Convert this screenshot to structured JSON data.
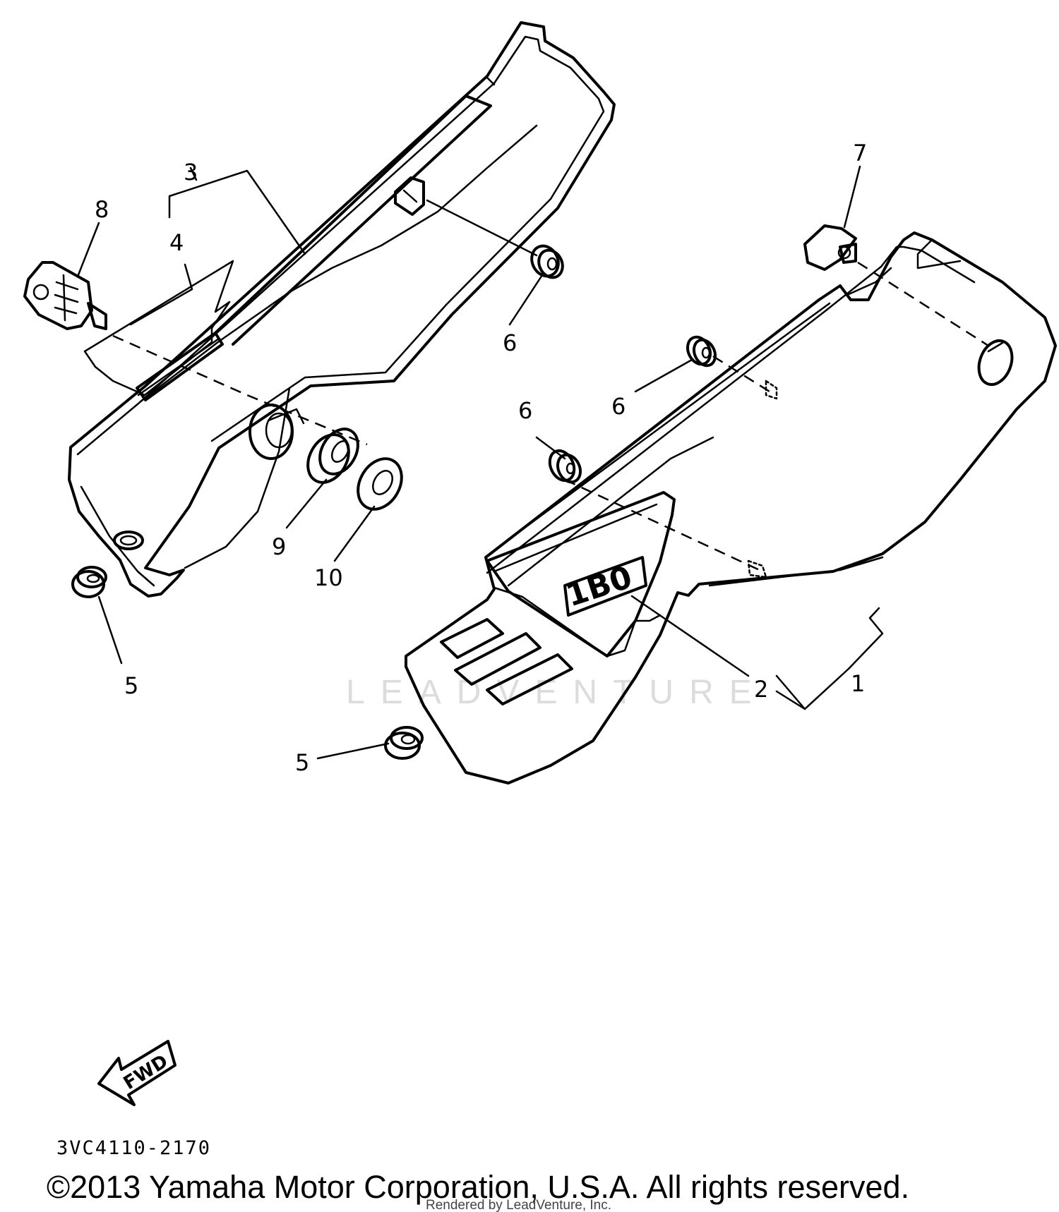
{
  "callouts": {
    "c1": "1",
    "c2": "2",
    "c3": "3",
    "c4": "4",
    "c5a": "5",
    "c5b": "5",
    "c6a": "6",
    "c6b": "6",
    "c6c": "6",
    "c7": "7",
    "c8": "8",
    "c9": "9",
    "c10": "10"
  },
  "emblem_text": "1B0",
  "direction_label": "FWD",
  "diagram_code": "3VC4110-2170",
  "copyright": "©2013 Yamaha Motor Corporation, U.S.A. All rights reserved.",
  "rendered_by": "Rendered by LeadVenture, Inc.",
  "watermark": "LEADVENTURE"
}
